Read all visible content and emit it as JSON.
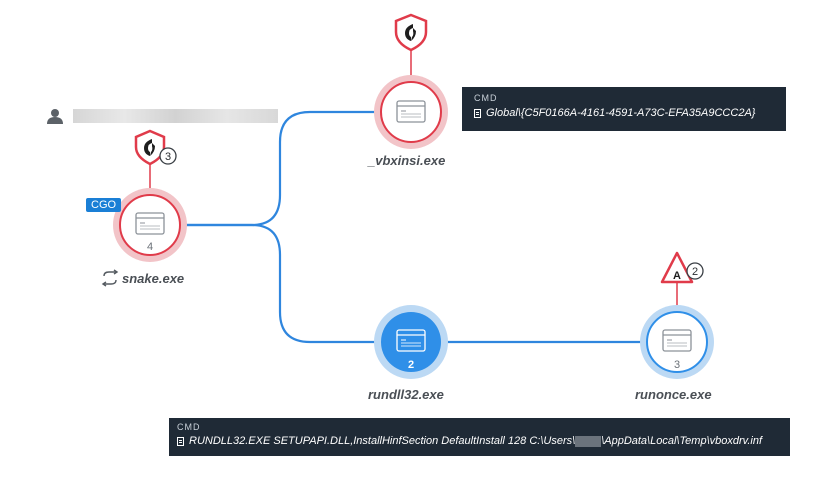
{
  "user": {
    "name_redacted": true
  },
  "nodes": {
    "snake": {
      "label": "snake.exe",
      "count": "4",
      "tag": "CGO",
      "alert_count": "3"
    },
    "vbxinsi": {
      "label": "_vbxinsi.exe"
    },
    "rundll32": {
      "label": "rundll32.exe",
      "count": "2"
    },
    "runonce": {
      "label": "runonce.exe",
      "count": "3",
      "alert_letter": "A",
      "alert_count": "2"
    }
  },
  "cmd_top": {
    "title": "CMD",
    "text": "Global\\{C5F0166A-4161-4591-A73C-EFA35A9CCC2A}"
  },
  "cmd_bottom": {
    "title": "CMD",
    "text_before": "RUNDLL32.EXE SETUPAPI.DLL,InstallHinfSection DefaultInstall 128 C:\\Users\\",
    "text_after": "\\AppData\\Local\\Temp\\vboxdrv.inf"
  },
  "colors": {
    "edge": "#2f86de",
    "alert_red": "#e03b4a",
    "ring_pink": "#f2c4c8",
    "ring_blue": "#bcd9f4",
    "node_blue": "#2f8fe8",
    "dark_box": "#1f2a36"
  }
}
